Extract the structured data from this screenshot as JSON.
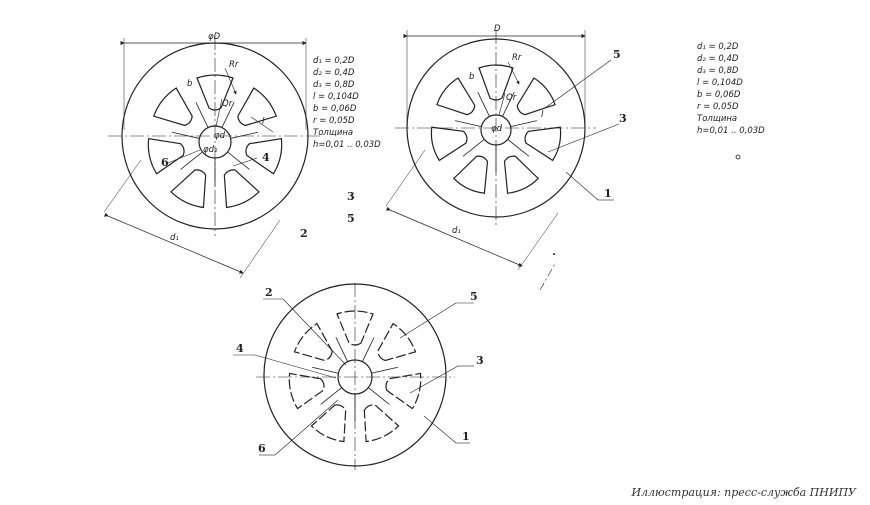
{
  "drawing1": {
    "dim_top": "φD",
    "dim_diag": "d₁",
    "label_b": "b",
    "label_Rr": "Rr",
    "label_Qr": "Qr",
    "label_phid": "φd",
    "label_phid2": "φd₂",
    "label_l": "l",
    "callout_6": "6",
    "callout_4": "4"
  },
  "params_left": [
    "d₁ = 0,2D",
    "d₂ = 0,4D",
    "d₃ = 0,8D",
    "l = 0,104D",
    "b = 0,06D",
    "r = 0,05D",
    "Толщина",
    "h=0,01 .. 0,03D"
  ],
  "between_labels": {
    "n3": "3",
    "n5": "5",
    "n2": "2"
  },
  "drawing2": {
    "dim_top": "D",
    "dim_diag": "d₁",
    "label_b": "b",
    "label_Rr": "Rr",
    "label_Qr": "Qr",
    "label_phid": "φd",
    "label_l": "l",
    "callout_5": "5",
    "callout_3": "3",
    "callout_1": "1"
  },
  "params_right": [
    "d₁ = 0,2D",
    "d₂ = 0,4D",
    "d₃ = 0,8D",
    "l = 0,104D",
    "b = 0,06D",
    "r = 0,05D",
    "Толщина",
    "h=0,01 .. 0,03D"
  ],
  "drawing3": {
    "callout_2": "2",
    "callout_5": "5",
    "callout_4": "4",
    "callout_3": "3",
    "callout_6": "6",
    "callout_1": "1"
  },
  "credit": "Иллюстрация: пресс-служба ПНИПУ"
}
